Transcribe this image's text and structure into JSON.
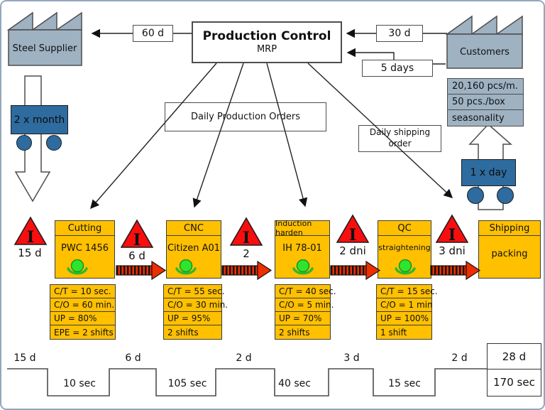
{
  "colors": {
    "process_fill": "#FFC000",
    "inventory_red": "#F80E0E",
    "transport_blue": "#2E6B9E",
    "factory_fill": "#9FB2C2",
    "push_arrow_red": "#ED2F00",
    "line": "#222222"
  },
  "suppliers": {
    "steel": "Steel Supplier",
    "customers": "Customers"
  },
  "production_control": {
    "title": "Production Control",
    "subtitle": "MRP"
  },
  "info": {
    "order_supplier": "60 d",
    "order_customer": "30 d",
    "forecast": "5 days",
    "daily_production_orders": "Daily Production Orders",
    "daily_shipping_order_line1": "Daily shipping",
    "daily_shipping_order_line2": "order"
  },
  "customer_data": [
    "20,160 pcs/m.",
    "50 pcs./box",
    "seasonality"
  ],
  "transport": {
    "inbound": "2 x month",
    "outbound": "1 x day"
  },
  "inventory_symbol": "I",
  "inventories": [
    {
      "label": "15 d"
    },
    {
      "label": "6 d"
    },
    {
      "label": "2"
    },
    {
      "label": "2 dni"
    },
    {
      "label": "3 dni"
    }
  ],
  "processes": [
    {
      "title": "Cutting",
      "detail": "PWC 1456",
      "data": [
        "C/T = 10 sec.",
        "C/O = 60 min.",
        "UP = 80%",
        "EPE = 2 shifts"
      ]
    },
    {
      "title": "CNC",
      "detail": "Citizen A01",
      "data": [
        "C/T = 55 sec.",
        "C/O = 30 min.",
        "UP = 95%",
        "2 shifts"
      ]
    },
    {
      "title": "Induction harden",
      "detail": "IH 78-01",
      "data": [
        "C/T = 40 sec.",
        "C/O = 5 min.",
        "UP = 70%",
        "2 shifts"
      ]
    },
    {
      "title": "QC",
      "detail": "straightening",
      "data": [
        "C/T = 15 sec.",
        "C/O = 1 min",
        "UP = 100%",
        "1 shift"
      ]
    },
    {
      "title": "Shipping",
      "detail": "packing",
      "data": []
    }
  ],
  "timeline": {
    "segments": [
      {
        "level": "top",
        "label": "15 d"
      },
      {
        "level": "bottom",
        "label": "10 sec"
      },
      {
        "level": "top",
        "label": "6 d"
      },
      {
        "level": "bottom",
        "label": "105 sec"
      },
      {
        "level": "top",
        "label": "2 d"
      },
      {
        "level": "bottom",
        "label": "40 sec"
      },
      {
        "level": "top",
        "label": "3 d"
      },
      {
        "level": "bottom",
        "label": "15 sec"
      },
      {
        "level": "top",
        "label": "2 d"
      }
    ],
    "totals": {
      "lead_time": "28 d",
      "process_time": "170 sec"
    }
  }
}
